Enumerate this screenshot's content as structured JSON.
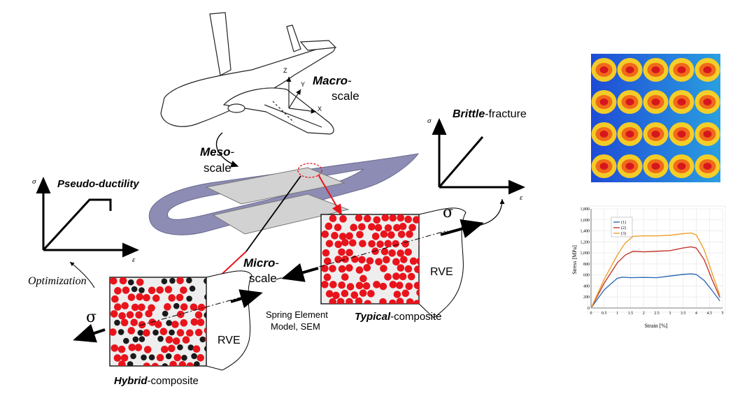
{
  "scales": {
    "macro_bold": "Macro",
    "macro_rest": "-",
    "macro_line2": "scale",
    "meso_bold": "Meso",
    "meso_rest": "-",
    "meso_line2": "scale",
    "micro_bold": "Micro",
    "micro_rest": "-",
    "micro_line2": "scale"
  },
  "axes_xyz": {
    "z": "Z",
    "y": "Y",
    "x": "X"
  },
  "pseudo_ductility": {
    "bold": "Pseudo-ductility",
    "sigma": "σ",
    "eps": "ε"
  },
  "brittle": {
    "bold": "Brittle",
    "rest": "-fracture",
    "sigma": "σ",
    "eps": "ε"
  },
  "optimization": "Optimization",
  "typical": {
    "bold": "Typical",
    "rest": "-composite",
    "rve": "RVE"
  },
  "hybrid": {
    "bold": "Hybrid",
    "rest": "-composite",
    "rve": "RVE"
  },
  "sem_line1": "Spring Element",
  "sem_line2": "Model, SEM",
  "sigma_right": "σ",
  "sigma_left": "σ",
  "colors": {
    "red_fiber": "#e8141c",
    "black_fiber": "#1a1a1a",
    "wing_blue": "#8c8cb4",
    "wing_grey": "#d0d0d0",
    "series1": "#2f6db5",
    "series2": "#c0392b",
    "series3": "#f0a030"
  },
  "chart_data": {
    "type": "line",
    "xlabel": "Strain [%]",
    "ylabel": "Stress [MPa]",
    "xlim": [
      0,
      5
    ],
    "ylim": [
      0,
      1800
    ],
    "x_ticks": [
      "0",
      "0.5",
      "1",
      "1.5",
      "2",
      "2.5",
      "3",
      "3.5",
      "4",
      "4.5",
      "5"
    ],
    "y_ticks": [
      "0",
      "200",
      "400",
      "600",
      "800",
      "1,000",
      "1,200",
      "1,400",
      "1,600",
      "1,800"
    ],
    "legend_position": "top-left",
    "grid": true,
    "series": [
      {
        "name": "(1)",
        "x": [
          0,
          0.5,
          1.0,
          1.2,
          1.5,
          2.0,
          2.5,
          3.0,
          3.5,
          3.8,
          4.0,
          4.3,
          4.6,
          4.9
        ],
        "y": [
          0,
          330,
          540,
          560,
          550,
          555,
          550,
          580,
          610,
          620,
          610,
          500,
          320,
          130
        ]
      },
      {
        "name": "(2)",
        "x": [
          0,
          0.5,
          1.0,
          1.3,
          1.6,
          2.0,
          2.5,
          3.0,
          3.5,
          3.8,
          4.0,
          4.3,
          4.6,
          4.9
        ],
        "y": [
          0,
          450,
          820,
          960,
          1030,
          1020,
          1030,
          1040,
          1090,
          1110,
          1090,
          880,
          520,
          190
        ]
      },
      {
        "name": "(3)",
        "x": [
          0,
          0.5,
          1.0,
          1.3,
          1.6,
          2.0,
          2.5,
          3.0,
          3.5,
          3.8,
          4.0,
          4.3,
          4.6,
          4.9
        ],
        "y": [
          0,
          520,
          960,
          1180,
          1300,
          1310,
          1310,
          1320,
          1350,
          1360,
          1330,
          1060,
          640,
          230
        ]
      }
    ]
  }
}
